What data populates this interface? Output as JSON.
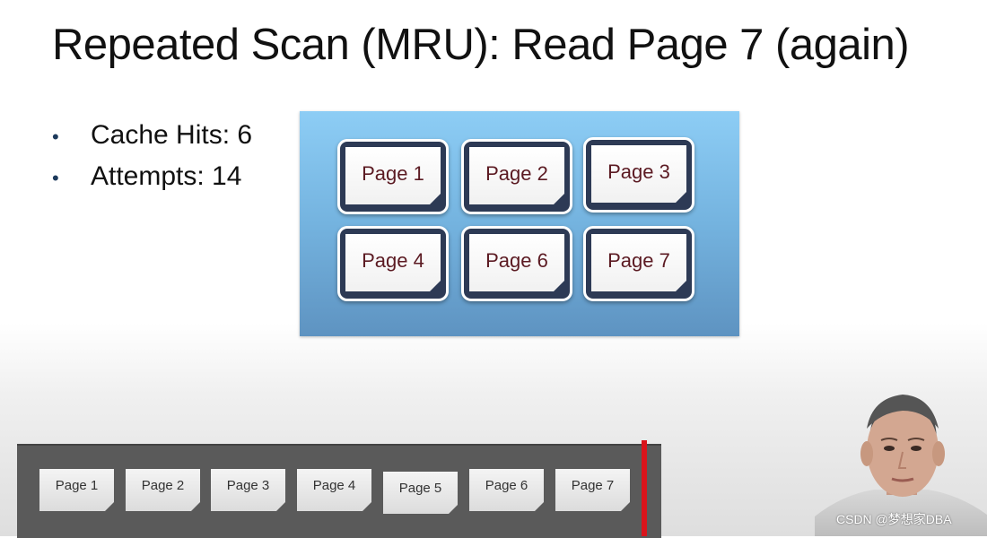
{
  "slide": {
    "title": "Repeated Scan (MRU): Read Page 7 (again)"
  },
  "stats": [
    {
      "bullet": "•",
      "text": "Cache Hits: 6"
    },
    {
      "bullet": "•",
      "text": "Attempts: 14"
    }
  ],
  "buffer_pool": {
    "frames": [
      {
        "label": "Page 1"
      },
      {
        "label": "Page 2"
      },
      {
        "label": "Page 3"
      },
      {
        "label": "Page 4"
      },
      {
        "label": "Page 6"
      },
      {
        "label": "Page 7"
      }
    ]
  },
  "disk": {
    "pages": [
      {
        "label": "Page 1"
      },
      {
        "label": "Page 2"
      },
      {
        "label": "Page 3"
      },
      {
        "label": "Page 4"
      },
      {
        "label": "Page 5"
      },
      {
        "label": "Page 6"
      },
      {
        "label": "Page 7"
      }
    ],
    "scan_marker_color": "#d9141b"
  },
  "watermark": {
    "text": "CSDN @梦想家DBA"
  },
  "colors": {
    "frame_border": "#2d3a55",
    "page_text": "#5b1a22",
    "pool_top": "#8dcdf5",
    "pool_bottom": "#5e93c1",
    "disk_bar": "#5a5a5a"
  }
}
